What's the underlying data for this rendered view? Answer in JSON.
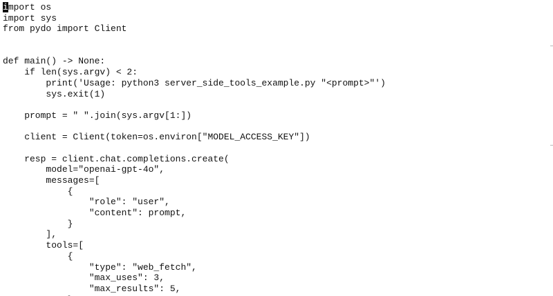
{
  "editor": {
    "cursor_char": "i",
    "first_line_rest": "mport os",
    "lines": [
      "import sys",
      "from pydo import Client",
      "",
      "",
      "def main() -> None:",
      "    if len(sys.argv) < 2:",
      "        print('Usage: python3 server_side_tools_example.py \"<prompt>\"')",
      "        sys.exit(1)",
      "",
      "    prompt = \" \".join(sys.argv[1:])",
      "",
      "    client = Client(token=os.environ[\"MODEL_ACCESS_KEY\"])",
      "",
      "    resp = client.chat.completions.create(",
      "        model=\"openai-gpt-4o\",",
      "        messages=[",
      "            {",
      "                \"role\": \"user\",",
      "                \"content\": prompt,",
      "            }",
      "        ],",
      "        tools=[",
      "            {",
      "                \"type\": \"web_fetch\",",
      "                \"max_uses\": 3,",
      "                \"max_results\": 5,",
      "            }"
    ]
  }
}
